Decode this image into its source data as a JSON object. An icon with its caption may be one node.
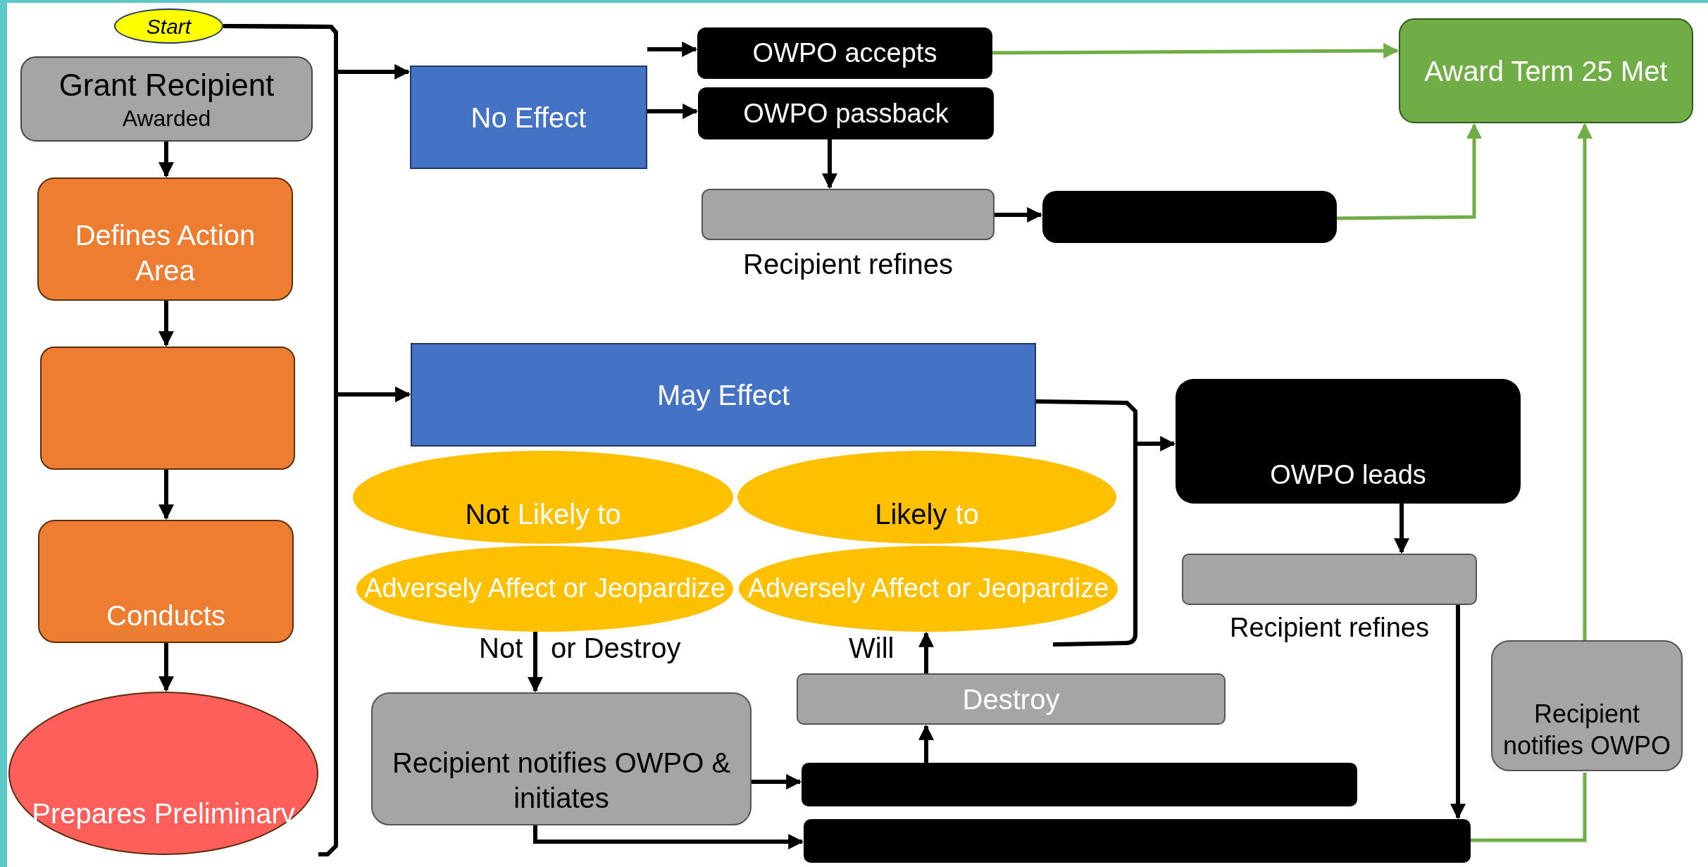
{
  "diagram": {
    "nodes": [
      {
        "text": [
          "Start"
        ]
      },
      {
        "text": [
          "Grant Recipient",
          "Awarded"
        ]
      },
      {
        "text": [
          "Defines Action Area"
        ]
      },
      {
        "text": [],
        "shape": "box"
      },
      {
        "text": [
          "Conducts"
        ]
      },
      {
        "text": [
          "Prepares Preliminary"
        ]
      },
      {
        "text": [
          "No Effect"
        ]
      },
      {
        "text": [
          "OWPO accepts"
        ]
      },
      {
        "text": [
          "OWPO passback"
        ]
      },
      {
        "text": [
          "Recipient refines"
        ]
      },
      {
        "text": [],
        "shape": "box"
      },
      {
        "text": [
          "Award Term 25 Met"
        ]
      },
      {
        "text": [
          "May Effect"
        ]
      },
      {
        "text": [
          "Not",
          "Likely to"
        ]
      },
      {
        "text": [
          "Adversely Affect or Jeopardize"
        ]
      },
      {
        "text": [
          "Likely",
          "to"
        ]
      },
      {
        "text": [
          "Adversely Affect or Jeopardize"
        ]
      },
      {
        "text": [
          "Recipient notifies OWPO & initiates"
        ]
      },
      {
        "text": [
          "Destroy"
        ]
      },
      {
        "text": [
          "OWPO leads"
        ]
      },
      {
        "text": [
          "Recipient refines"
        ]
      },
      {
        "text": [
          "Recipient notifies OWPO"
        ]
      },
      {
        "text": [],
        "shape": "bar"
      },
      {
        "text": [],
        "shape": "bar"
      }
    ],
    "edges": [
      {
        "from": 0,
        "to": 6,
        "arrow": "to"
      },
      {
        "from": 0,
        "to": 12,
        "arrow": "to"
      },
      {
        "from": 12,
        "to": 19,
        "arrow": "to"
      },
      {
        "from": 1,
        "to": 2,
        "arrow": "to"
      },
      {
        "from": 2,
        "to": 3,
        "arrow": "to"
      },
      {
        "from": 3,
        "to": 4,
        "arrow": "to"
      },
      {
        "from": 4,
        "to": 5,
        "arrow": "to"
      },
      {
        "from": 6,
        "to": 7,
        "arrow": "to"
      },
      {
        "from": 6,
        "to": 8,
        "arrow": "to"
      },
      {
        "from": 8,
        "to": 9,
        "arrow": "to"
      },
      {
        "from": 9,
        "to": 10,
        "arrow": "to"
      },
      {
        "from": 7,
        "to": 11,
        "arrow": "to",
        "color": "#70ad47"
      },
      {
        "from": 10,
        "to": 11,
        "arrow": "to",
        "color": "#70ad47"
      },
      {
        "from": 23,
        "to": 21,
        "arrow": "none",
        "color": "#70ad47"
      },
      {
        "from": 21,
        "to": 11,
        "arrow": "to",
        "color": "#70ad47"
      },
      {
        "from": 19,
        "to": 20,
        "arrow": "to"
      },
      {
        "from": 20,
        "to": 23,
        "arrow": "to"
      },
      {
        "from": 14,
        "to": 17,
        "arrow": "to"
      },
      {
        "from": 17,
        "to": 22,
        "arrow": "to"
      },
      {
        "from": 17,
        "to": 23,
        "arrow": "to"
      },
      {
        "from": 22,
        "to": 18,
        "arrow": "to"
      },
      {
        "from": 18,
        "to": 16,
        "arrow": "to"
      },
      {
        "from": 5,
        "to": 12,
        "arrow": "to"
      }
    ],
    "labels": [
      "Not",
      "or Destroy",
      "Will"
    ]
  }
}
